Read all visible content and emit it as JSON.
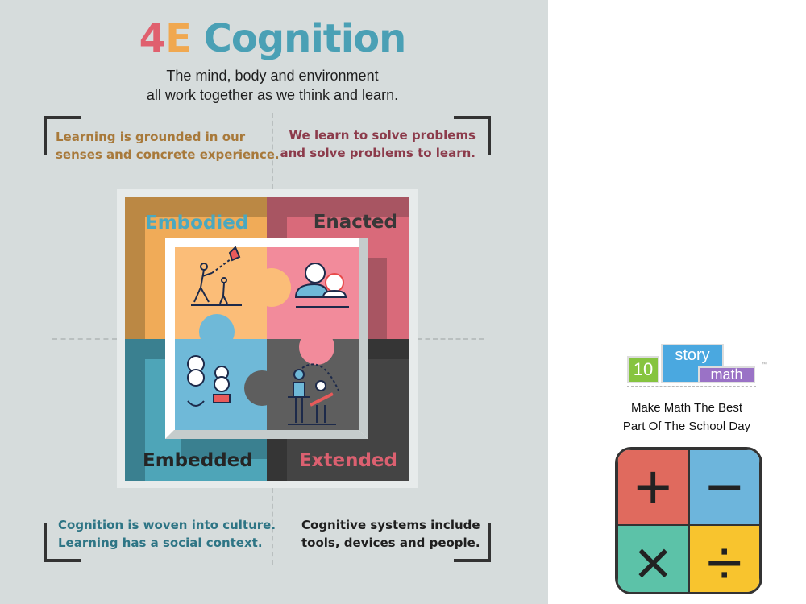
{
  "title": {
    "part1": "4",
    "part2": "E",
    "part3": " Cognition"
  },
  "subtitle": [
    "The mind, body and environment",
    "all work together as we think and learn."
  ],
  "quotes": {
    "top_left": [
      "Learning is grounded in our",
      "senses and concrete experience."
    ],
    "top_right": [
      "We learn to solve problems",
      "and solve problems to learn."
    ],
    "bottom_left": [
      "Cognition is woven into culture.",
      "Learning has a social context."
    ],
    "bottom_right": [
      "Cognitive systems include",
      "tools, devices and people."
    ]
  },
  "puzzle": {
    "embodied": "Embodied",
    "enacted": "Enacted",
    "embedded": "Embedded",
    "extended": "Extended"
  },
  "logo": {
    "ten": "10",
    "story": "story",
    "math": "math",
    "tm": "™"
  },
  "tagline": [
    "Make Math The Best",
    "Part Of The School Day"
  ],
  "calculator": {
    "plus": "+",
    "minus": "−",
    "times": "×",
    "divide": "÷"
  },
  "colors": {
    "title4": "#e0606e",
    "titleE": "#f0a850",
    "titleRest": "#4aa0b5",
    "orange": "#f0ab58",
    "pink": "#d96a7a",
    "teal": "#4ea5b8",
    "dark": "#444444"
  }
}
